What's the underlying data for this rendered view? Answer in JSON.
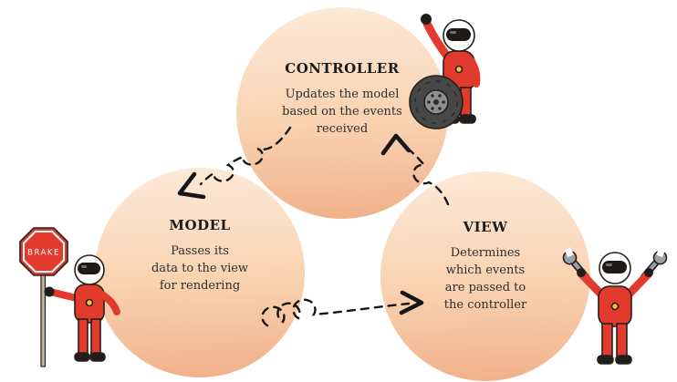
{
  "nodes": {
    "controller": {
      "title": "CONTROLLER",
      "lines": [
        "Updates the model",
        "based on the events",
        "received"
      ]
    },
    "model": {
      "title": "MODEL",
      "lines": [
        "Passes its",
        "data to the view",
        "for rendering"
      ]
    },
    "view": {
      "title": "VIEW",
      "lines": [
        "Determines",
        "which events",
        "are passed to",
        "the controller"
      ]
    }
  },
  "sign": {
    "label": "BRAKE"
  },
  "colors": {
    "circle_gradient_top": "#fcead9",
    "circle_gradient_bottom": "#f0b089",
    "suit_red": "#e23b2e",
    "ink": "#161616",
    "tire_gray": "#474747",
    "wrench_gray": "#9aa2a8",
    "chest_yellow": "#f5c531"
  },
  "icons": {
    "waving_mechanic": "mechanic-waving-icon",
    "tire": "tire-icon",
    "brake_sign_mechanic": "mechanic-brake-sign-icon",
    "wrenches_mechanic": "mechanic-wrenches-icon"
  }
}
